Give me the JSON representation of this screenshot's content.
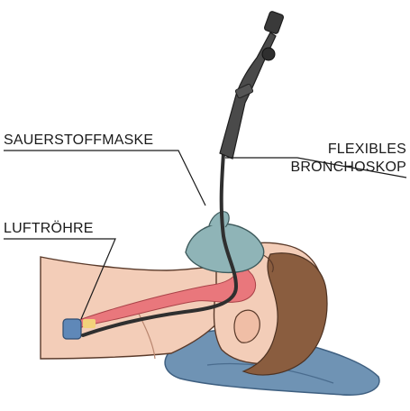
{
  "labels": {
    "oxygen_mask": "SAUERSTOFFMASKE",
    "bronchoscope_line1": "FLEXIBLES",
    "bronchoscope_line2": "BRONCHOSKOP",
    "trachea": "LUFTRÖHRE"
  },
  "colors": {
    "skin": "#f3cdb8",
    "skin_shadow": "#e4ad96",
    "hair": "#8a5d3f",
    "airway": "#e9777c",
    "mask": "#8fb4b7",
    "pillow": "#6f93b4",
    "scope": "#3a3a3a",
    "leader_line": "#1a1a1a"
  }
}
